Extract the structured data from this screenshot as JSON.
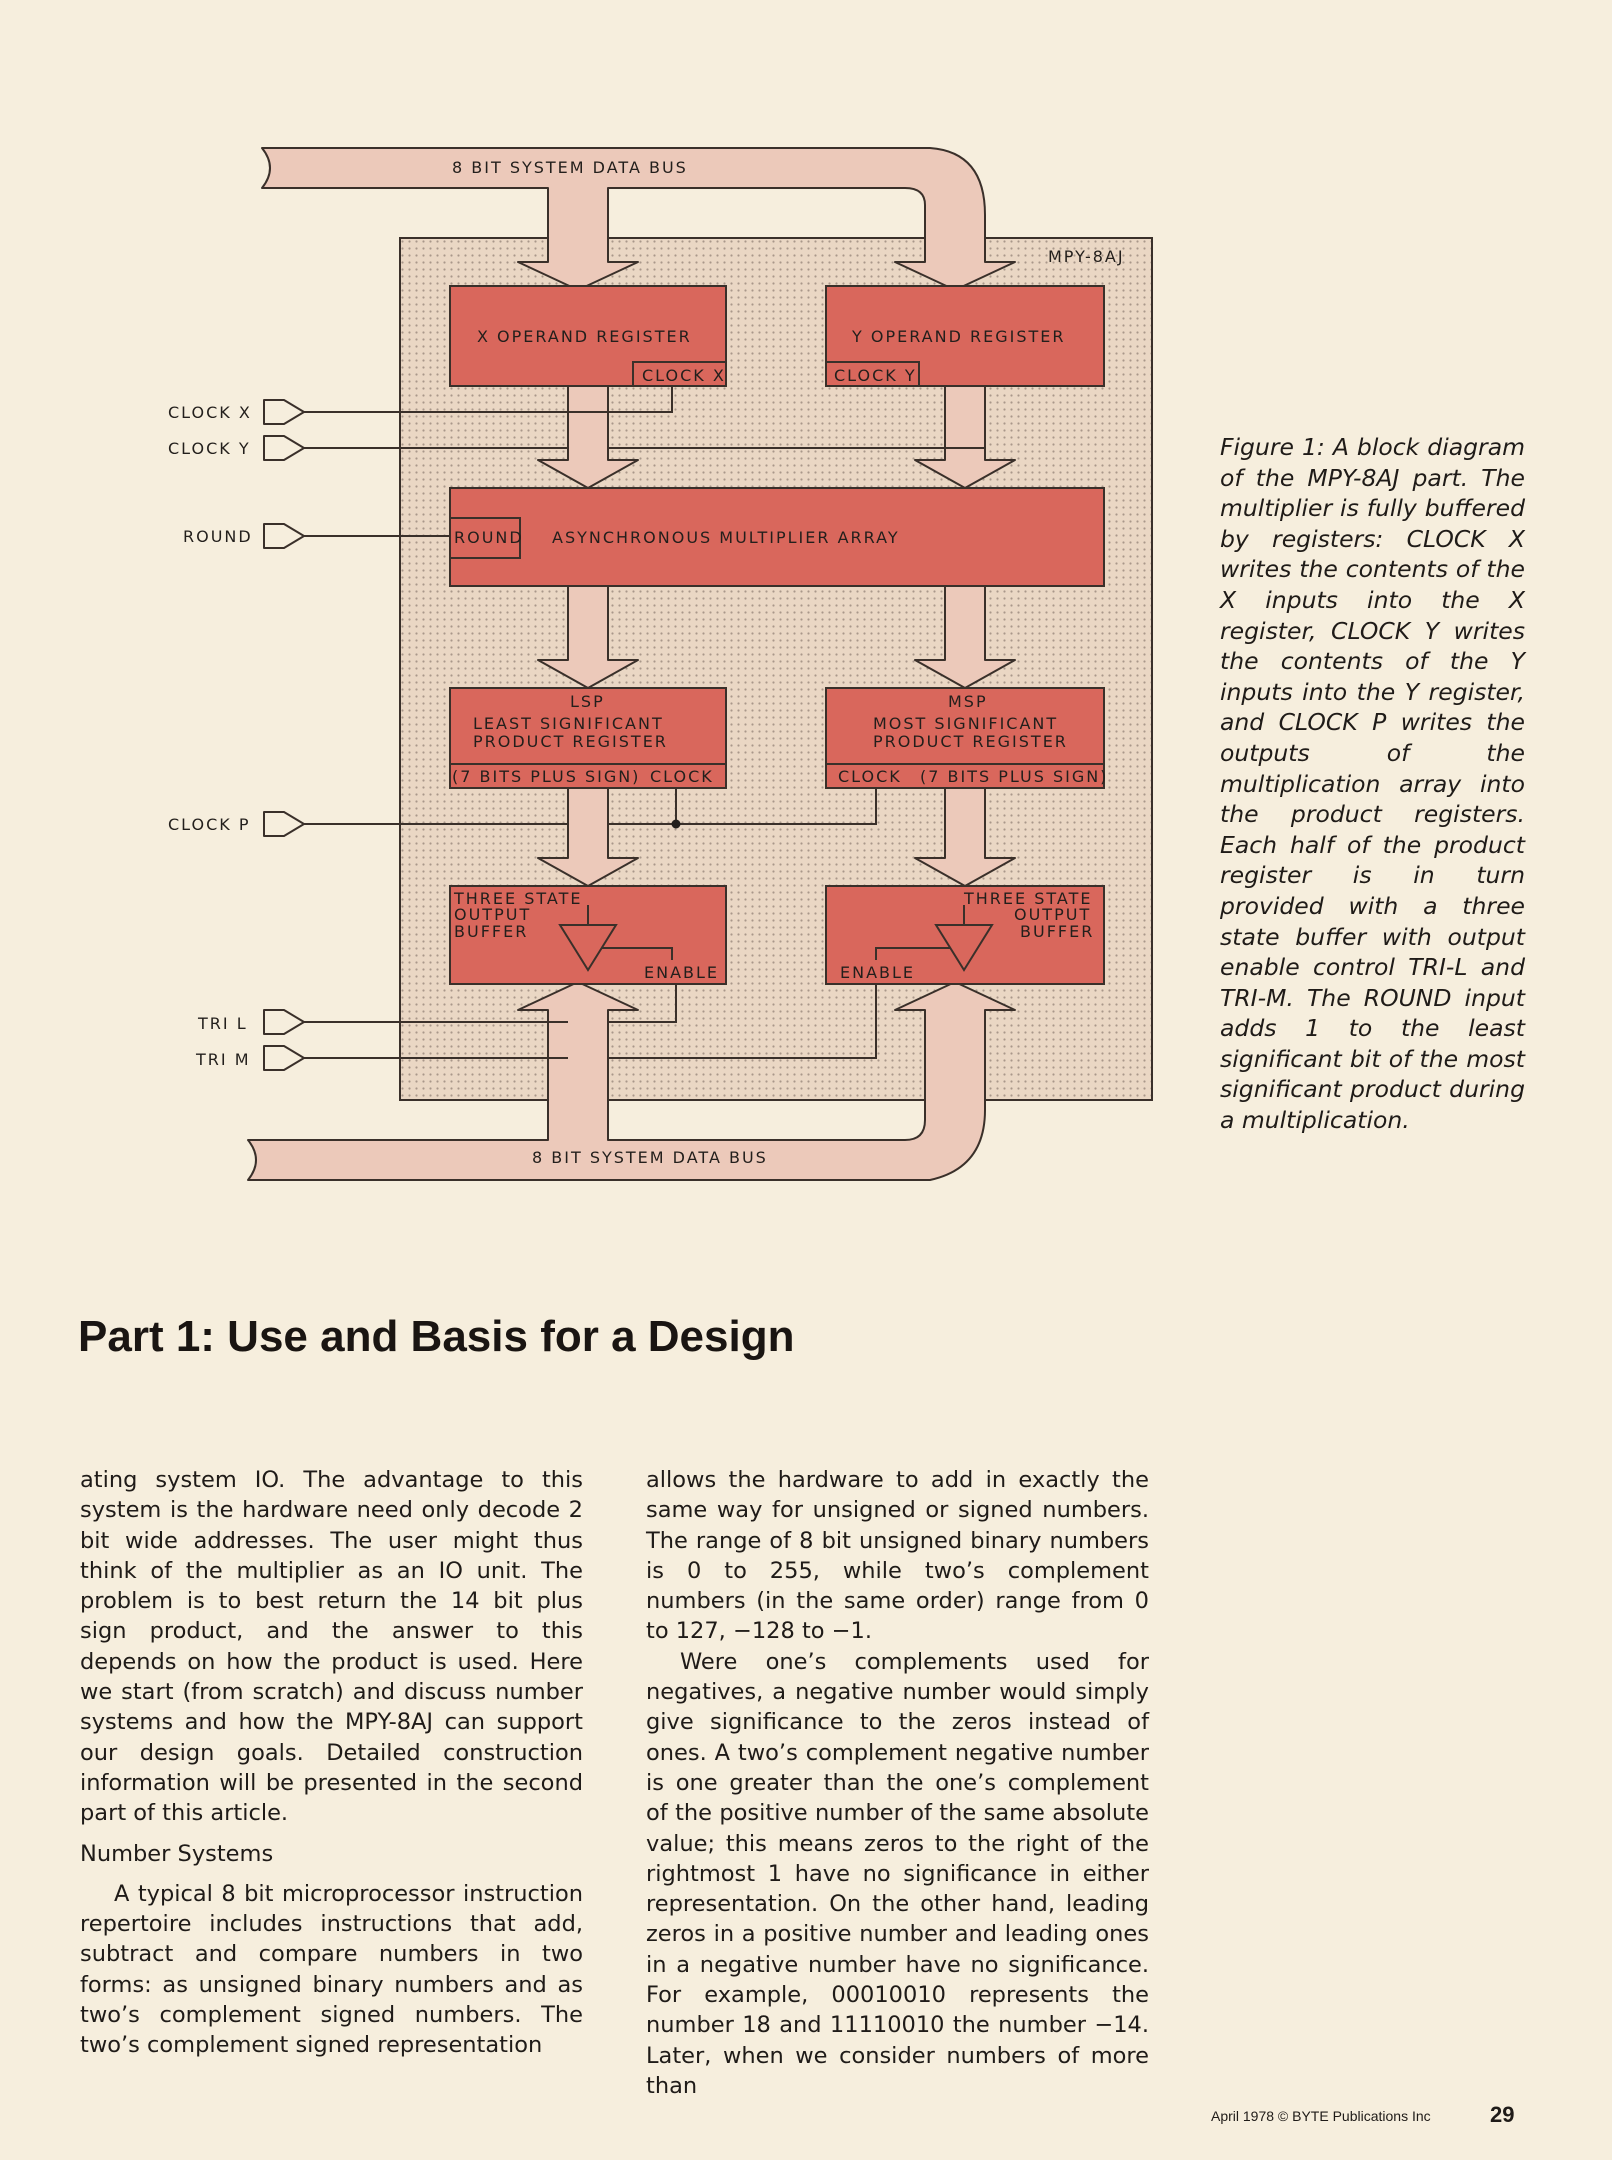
{
  "figure": {
    "bus_top": "8 BIT SYSTEM DATA BUS",
    "bus_bottom": "8 BIT SYSTEM DATA BUS",
    "chip_name": "MPY-8AJ",
    "x_register": "X OPERAND REGISTER",
    "y_register": "Y OPERAND REGISTER",
    "clock_x_label": "CLOCK X",
    "clock_y_label": "CLOCK Y",
    "multiplier": "ASYNCHRONOUS MULTIPLIER ARRAY",
    "round_label": "ROUND",
    "lsp_title": "LSP",
    "lsp_line1": "LEAST SIGNIFICANT",
    "lsp_line2": "PRODUCT REGISTER",
    "lsp_bits": "(7 BITS PLUS SIGN)",
    "lsp_clock": "CLOCK",
    "msp_title": "MSP",
    "msp_line1": "MOST SIGNIFICANT",
    "msp_line2": "PRODUCT REGISTER",
    "msp_bits": "(7 BITS PLUS SIGN)",
    "msp_clock": "CLOCK",
    "buf_left_1": "THREE STATE",
    "buf_left_2": "OUTPUT",
    "buf_left_3": "BUFFER",
    "buf_right_1": "THREE STATE",
    "buf_right_2": "OUTPUT",
    "buf_right_3": "BUFFER",
    "enable_left": "ENABLE",
    "enable_right": "ENABLE",
    "inputs": {
      "clock_x": "CLOCK X",
      "clock_y": "CLOCK Y",
      "round": "ROUND",
      "clock_p": "CLOCK P",
      "tri_l": "TRI L",
      "tri_m": "TRI M"
    },
    "colors": {
      "register_fill": "#d9675c",
      "bus_fill": "#ecc9ba",
      "chip_fill": "#ead7c4",
      "page_bg": "#f6eedd"
    }
  },
  "caption": "Figure 1: A block diagram of the MPY-8AJ part. The multiplier is fully buffered by registers: CLOCK X writes the contents of the X inputs into the X register, CLOCK Y writes the contents of the Y inputs into the Y register, and CLOCK P writes the outputs of the multiplication array into the product registers. Each half of the product register is in turn provided with a three state buffer with output enable control TRI-L and TRI-M. The ROUND input adds 1 to the least significant bit of the most significant product during a multiplication.",
  "headline": "Part 1: Use and Basis for a Design",
  "left_column": {
    "p1": "ating system IO. The advantage to this system is the hardware need only decode 2 bit wide addresses. The user might thus think of the multiplier as an IO unit. The problem is to best return the 14 bit plus sign product, and the answer to this depends on how the product is used. Here we start (from scratch) and discuss number systems and how the MPY-8AJ can support our design goals. Detailed construction information will be presented in the second part of this article.",
    "heading": "Number Systems",
    "p2": "A typical 8 bit microprocessor instruction repertoire includes instructions that add, subtract and compare numbers in two forms: as unsigned binary numbers and as two’s complement signed numbers. The two’s complement signed representation"
  },
  "right_column": {
    "p1": "allows the hardware to add in exactly the same way for unsigned or signed numbers. The range of 8 bit unsigned binary numbers is 0 to 255, while two’s complement numbers (in the same order) range from 0 to 127, −128 to −1.",
    "p2": "Were one’s complements used for negatives, a negative number would simply give significance to the zeros instead of ones. A two’s complement negative number is one greater than the one’s complement of the positive number of the same absolute value; this means zeros to the right of the rightmost 1 have no significance in either representation. On the other hand, leading zeros in a positive number and leading ones in a negative number have no significance. For example, 00010010 represents the number 18 and 11110010 the number −14. Later, when we consider numbers of more than"
  },
  "footer": "April 1978 © BYTE Publications Inc",
  "page_number": "29"
}
